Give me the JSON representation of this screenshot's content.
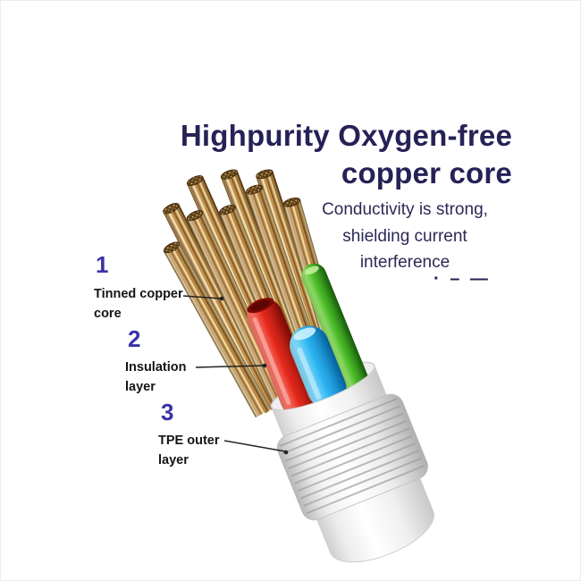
{
  "heading": {
    "line1": "Highpurity Oxygen-free",
    "line2": "copper core"
  },
  "subheading": {
    "line1": "Conductivity is strong,",
    "line2": "shielding current",
    "line3": "interference"
  },
  "decoration": {
    "morse": "· – —"
  },
  "callouts": [
    {
      "number": "1",
      "line1": "Tinned copper",
      "line2": "core"
    },
    {
      "number": "2",
      "line1": "Insulation",
      "line2": "layer"
    },
    {
      "number": "3",
      "line1": "TPE outer",
      "line2": "layer"
    }
  ],
  "colors": {
    "heading_text": "#262257",
    "callout_number": "#3a32a6",
    "label_text": "#151515",
    "copper_strand": "#cf9f52",
    "insulation_red": "#e8281b",
    "insulation_green": "#46b824",
    "insulation_blue": "#29b2ef",
    "tpe_jacket_white": "#f2f2f2"
  }
}
